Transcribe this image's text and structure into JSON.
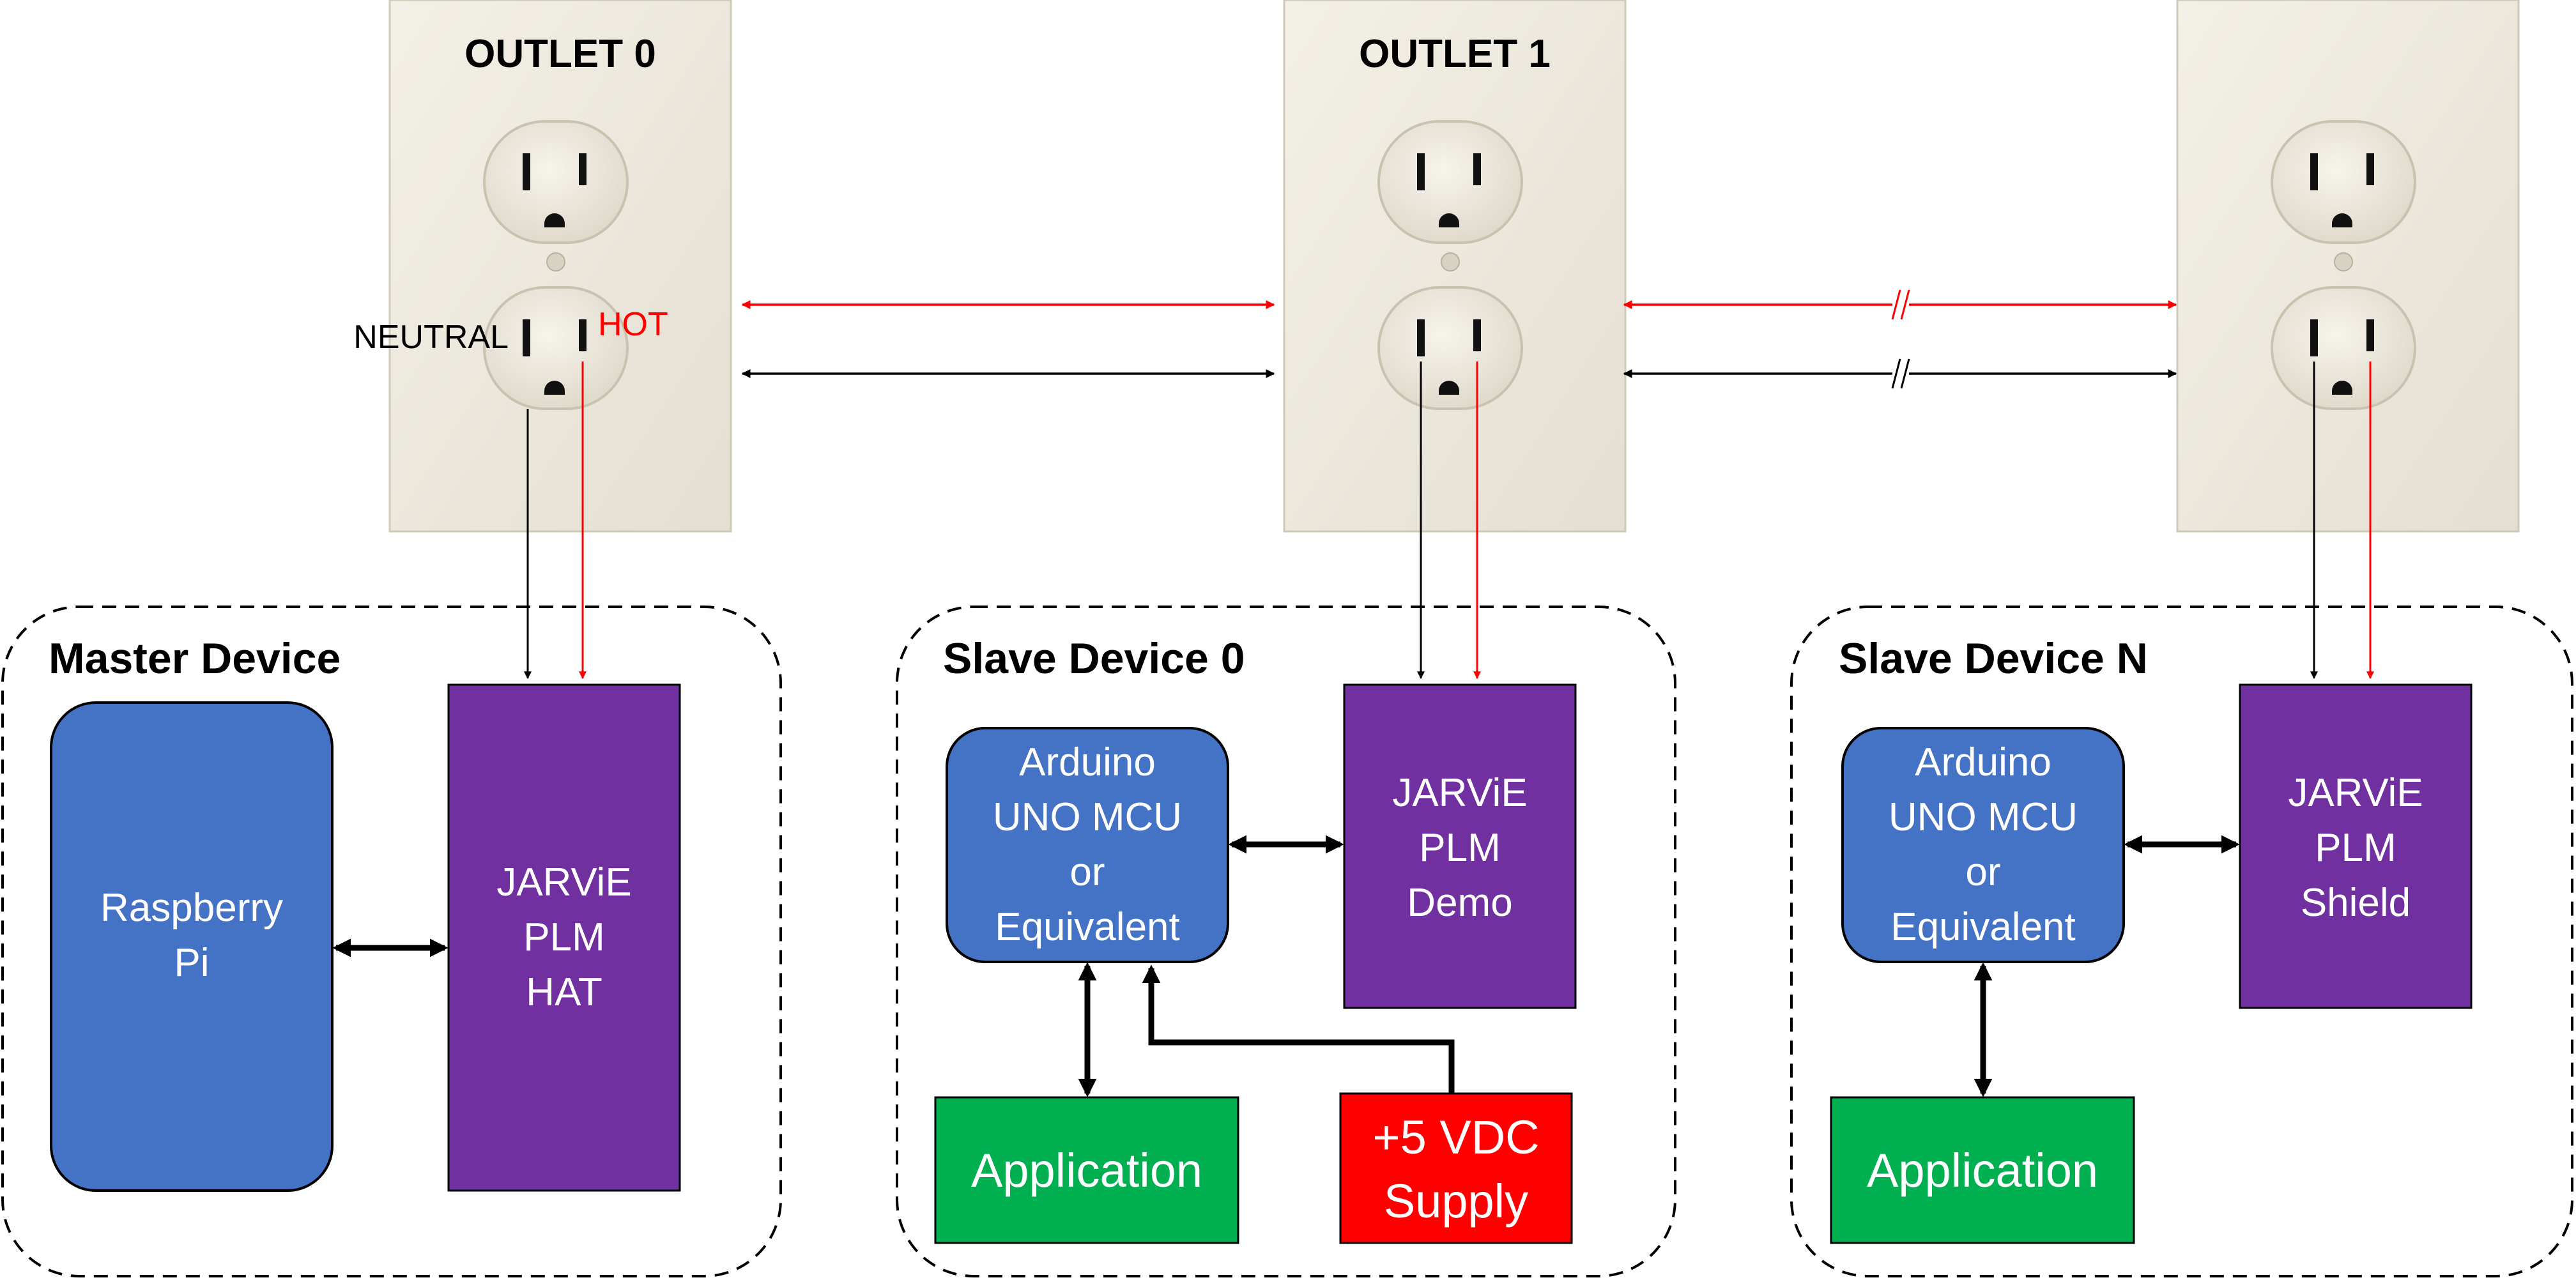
{
  "outlets": [
    {
      "label": "OUTLET 0"
    },
    {
      "label": "OUTLET 1"
    },
    {
      "label": ""
    }
  ],
  "terminals": {
    "neutral": "NEUTRAL",
    "hot": "HOT"
  },
  "groups": {
    "master": "Master Device",
    "slave0": "Slave Device 0",
    "slaveN": "Slave Device N"
  },
  "blocks": {
    "raspberry_pi": [
      "Raspberry",
      "Pi"
    ],
    "plm_hat": [
      "JARViE",
      "PLM",
      "HAT"
    ],
    "arduino_0": [
      "Arduino",
      "UNO MCU",
      "or",
      "Equivalent"
    ],
    "plm_demo": [
      "JARViE",
      "PLM",
      "Demo"
    ],
    "application_0": [
      "Application"
    ],
    "supply": [
      "+5 VDC",
      "Supply"
    ],
    "arduino_n": [
      "Arduino",
      "UNO MCU",
      "or",
      "Equivalent"
    ],
    "plm_shield": [
      "JARViE",
      "PLM",
      "Shield"
    ],
    "application_n": [
      "Application"
    ]
  },
  "colors": {
    "blue": "#4472C4",
    "purple": "#7030A0",
    "green": "#00B050",
    "red": "#FF0000",
    "outlet_plate": "#EEEADF",
    "hot_line": "#FF0000",
    "neutral_line": "#000000"
  }
}
